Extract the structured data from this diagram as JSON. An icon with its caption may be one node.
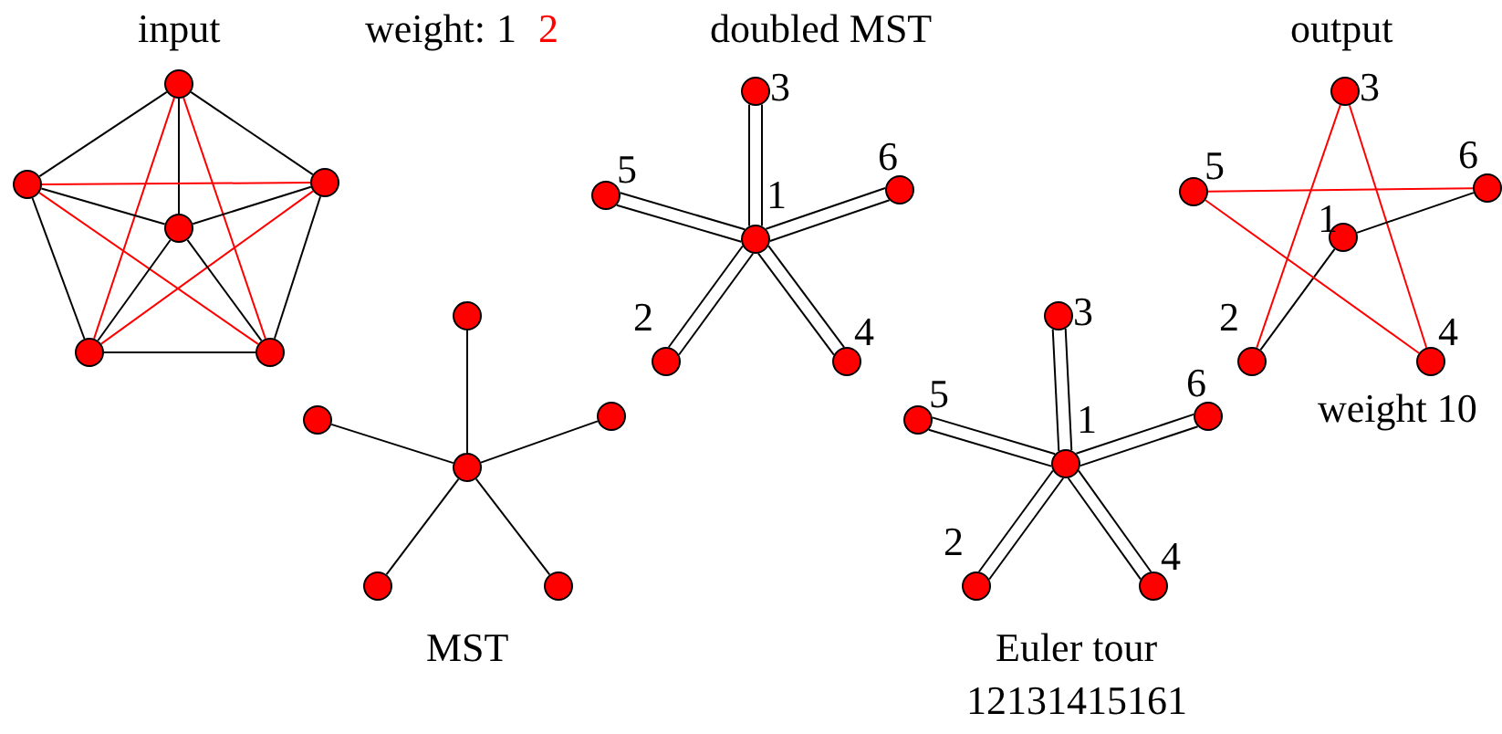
{
  "diagram": {
    "nodes": [
      {
        "text": [],
        "shape": "circle"
      },
      {
        "text": [],
        "shape": "circle"
      },
      {
        "text": [],
        "shape": "circle"
      },
      {
        "text": [],
        "shape": "circle"
      },
      {
        "text": [],
        "shape": "circle"
      },
      {
        "text": [],
        "shape": "circle"
      },
      {
        "text": [],
        "shape": "circle"
      },
      {
        "text": [],
        "shape": "circle"
      },
      {
        "text": [],
        "shape": "circle"
      },
      {
        "text": [],
        "shape": "circle"
      },
      {
        "text": [],
        "shape": "circle"
      },
      {
        "text": [],
        "shape": "circle"
      },
      {
        "text": [],
        "shape": "circle",
        "beside": [
          "3"
        ]
      },
      {
        "text": [],
        "shape": "circle",
        "beside": [
          "5"
        ]
      },
      {
        "text": [],
        "shape": "circle",
        "beside": [
          "6"
        ]
      },
      {
        "text": [],
        "shape": "circle",
        "beside": [
          "1"
        ]
      },
      {
        "text": [],
        "shape": "circle",
        "beside": [
          "2"
        ]
      },
      {
        "text": [],
        "shape": "circle",
        "beside": [
          "4"
        ]
      },
      {
        "text": [],
        "shape": "circle",
        "beside": [
          "3"
        ]
      },
      {
        "text": [],
        "shape": "circle",
        "beside": [
          "5"
        ]
      },
      {
        "text": [],
        "shape": "circle",
        "beside": [
          "6"
        ]
      },
      {
        "text": [],
        "shape": "circle",
        "beside": [
          "1"
        ]
      },
      {
        "text": [],
        "shape": "circle",
        "beside": [
          "2"
        ]
      },
      {
        "text": [],
        "shape": "circle",
        "beside": [
          "4"
        ]
      },
      {
        "text": [],
        "shape": "circle",
        "beside": [
          "3"
        ]
      },
      {
        "text": [],
        "shape": "circle",
        "beside": [
          "5"
        ]
      },
      {
        "text": [],
        "shape": "circle",
        "beside": [
          "6"
        ]
      },
      {
        "text": [],
        "shape": "circle",
        "beside": [
          "1"
        ]
      },
      {
        "text": [],
        "shape": "circle",
        "beside": [
          "2"
        ]
      },
      {
        "text": [],
        "shape": "circle",
        "beside": [
          "4"
        ]
      }
    ],
    "edges": [
      {
        "from": 0,
        "to": 1,
        "arrow": "none"
      },
      {
        "from": 0,
        "to": 2,
        "arrow": "none"
      },
      {
        "from": 0,
        "to": 3,
        "arrow": "none"
      },
      {
        "from": 0,
        "to": 4,
        "arrow": "none",
        "color": "#ff0000"
      },
      {
        "from": 0,
        "to": 5,
        "arrow": "none",
        "color": "#ff0000"
      },
      {
        "from": 1,
        "to": 2,
        "arrow": "none",
        "color": "#ff0000"
      },
      {
        "from": 1,
        "to": 3,
        "arrow": "none"
      },
      {
        "from": 1,
        "to": 4,
        "arrow": "none"
      },
      {
        "from": 1,
        "to": 5,
        "arrow": "none",
        "color": "#ff0000"
      },
      {
        "from": 2,
        "to": 3,
        "arrow": "none"
      },
      {
        "from": 2,
        "to": 4,
        "arrow": "none",
        "color": "#ff0000"
      },
      {
        "from": 2,
        "to": 5,
        "arrow": "none"
      },
      {
        "from": 3,
        "to": 4,
        "arrow": "none"
      },
      {
        "from": 3,
        "to": 5,
        "arrow": "none"
      },
      {
        "from": 4,
        "to": 5,
        "arrow": "none"
      },
      {
        "from": 9,
        "to": 6,
        "arrow": "none"
      },
      {
        "from": 9,
        "to": 7,
        "arrow": "none"
      },
      {
        "from": 9,
        "to": 8,
        "arrow": "none"
      },
      {
        "from": 9,
        "to": 10,
        "arrow": "none"
      },
      {
        "from": 9,
        "to": 11,
        "arrow": "none"
      },
      {
        "from": 15,
        "to": 16,
        "arrow": "none"
      },
      {
        "from": 16,
        "to": 15,
        "arrow": "none"
      },
      {
        "from": 15,
        "to": 12,
        "arrow": "none"
      },
      {
        "from": 12,
        "to": 15,
        "arrow": "none"
      },
      {
        "from": 15,
        "to": 17,
        "arrow": "none"
      },
      {
        "from": 17,
        "to": 15,
        "arrow": "none"
      },
      {
        "from": 15,
        "to": 13,
        "arrow": "none"
      },
      {
        "from": 13,
        "to": 15,
        "arrow": "none"
      },
      {
        "from": 15,
        "to": 14,
        "arrow": "none"
      },
      {
        "from": 14,
        "to": 15,
        "arrow": "none"
      },
      {
        "from": 21,
        "to": 22,
        "arrow": "none"
      },
      {
        "from": 22,
        "to": 21,
        "arrow": "none"
      },
      {
        "from": 21,
        "to": 18,
        "arrow": "none"
      },
      {
        "from": 18,
        "to": 21,
        "arrow": "none"
      },
      {
        "from": 21,
        "to": 23,
        "arrow": "none"
      },
      {
        "from": 23,
        "to": 21,
        "arrow": "none"
      },
      {
        "from": 21,
        "to": 19,
        "arrow": "none"
      },
      {
        "from": 19,
        "to": 21,
        "arrow": "none"
      },
      {
        "from": 21,
        "to": 20,
        "arrow": "none"
      },
      {
        "from": 20,
        "to": 21,
        "arrow": "none"
      },
      {
        "from": 27,
        "to": 28,
        "arrow": "none"
      },
      {
        "from": 28,
        "to": 24,
        "arrow": "none",
        "color": "#ff0000"
      },
      {
        "from": 24,
        "to": 29,
        "arrow": "none",
        "color": "#ff0000"
      },
      {
        "from": 29,
        "to": 25,
        "arrow": "none",
        "color": "#ff0000"
      },
      {
        "from": 25,
        "to": 26,
        "arrow": "none",
        "color": "#ff0000"
      },
      {
        "from": 26,
        "to": 27,
        "arrow": "none"
      }
    ],
    "labels": [
      "input",
      "weight:",
      "doubled MST",
      "output",
      "weight 10",
      "MST",
      "Euler tour",
      "12131415161"
    ],
    "legend": [
      {
        "text": "1",
        "color": "#000000"
      },
      {
        "text": "2",
        "color": "#ff0000"
      }
    ]
  }
}
